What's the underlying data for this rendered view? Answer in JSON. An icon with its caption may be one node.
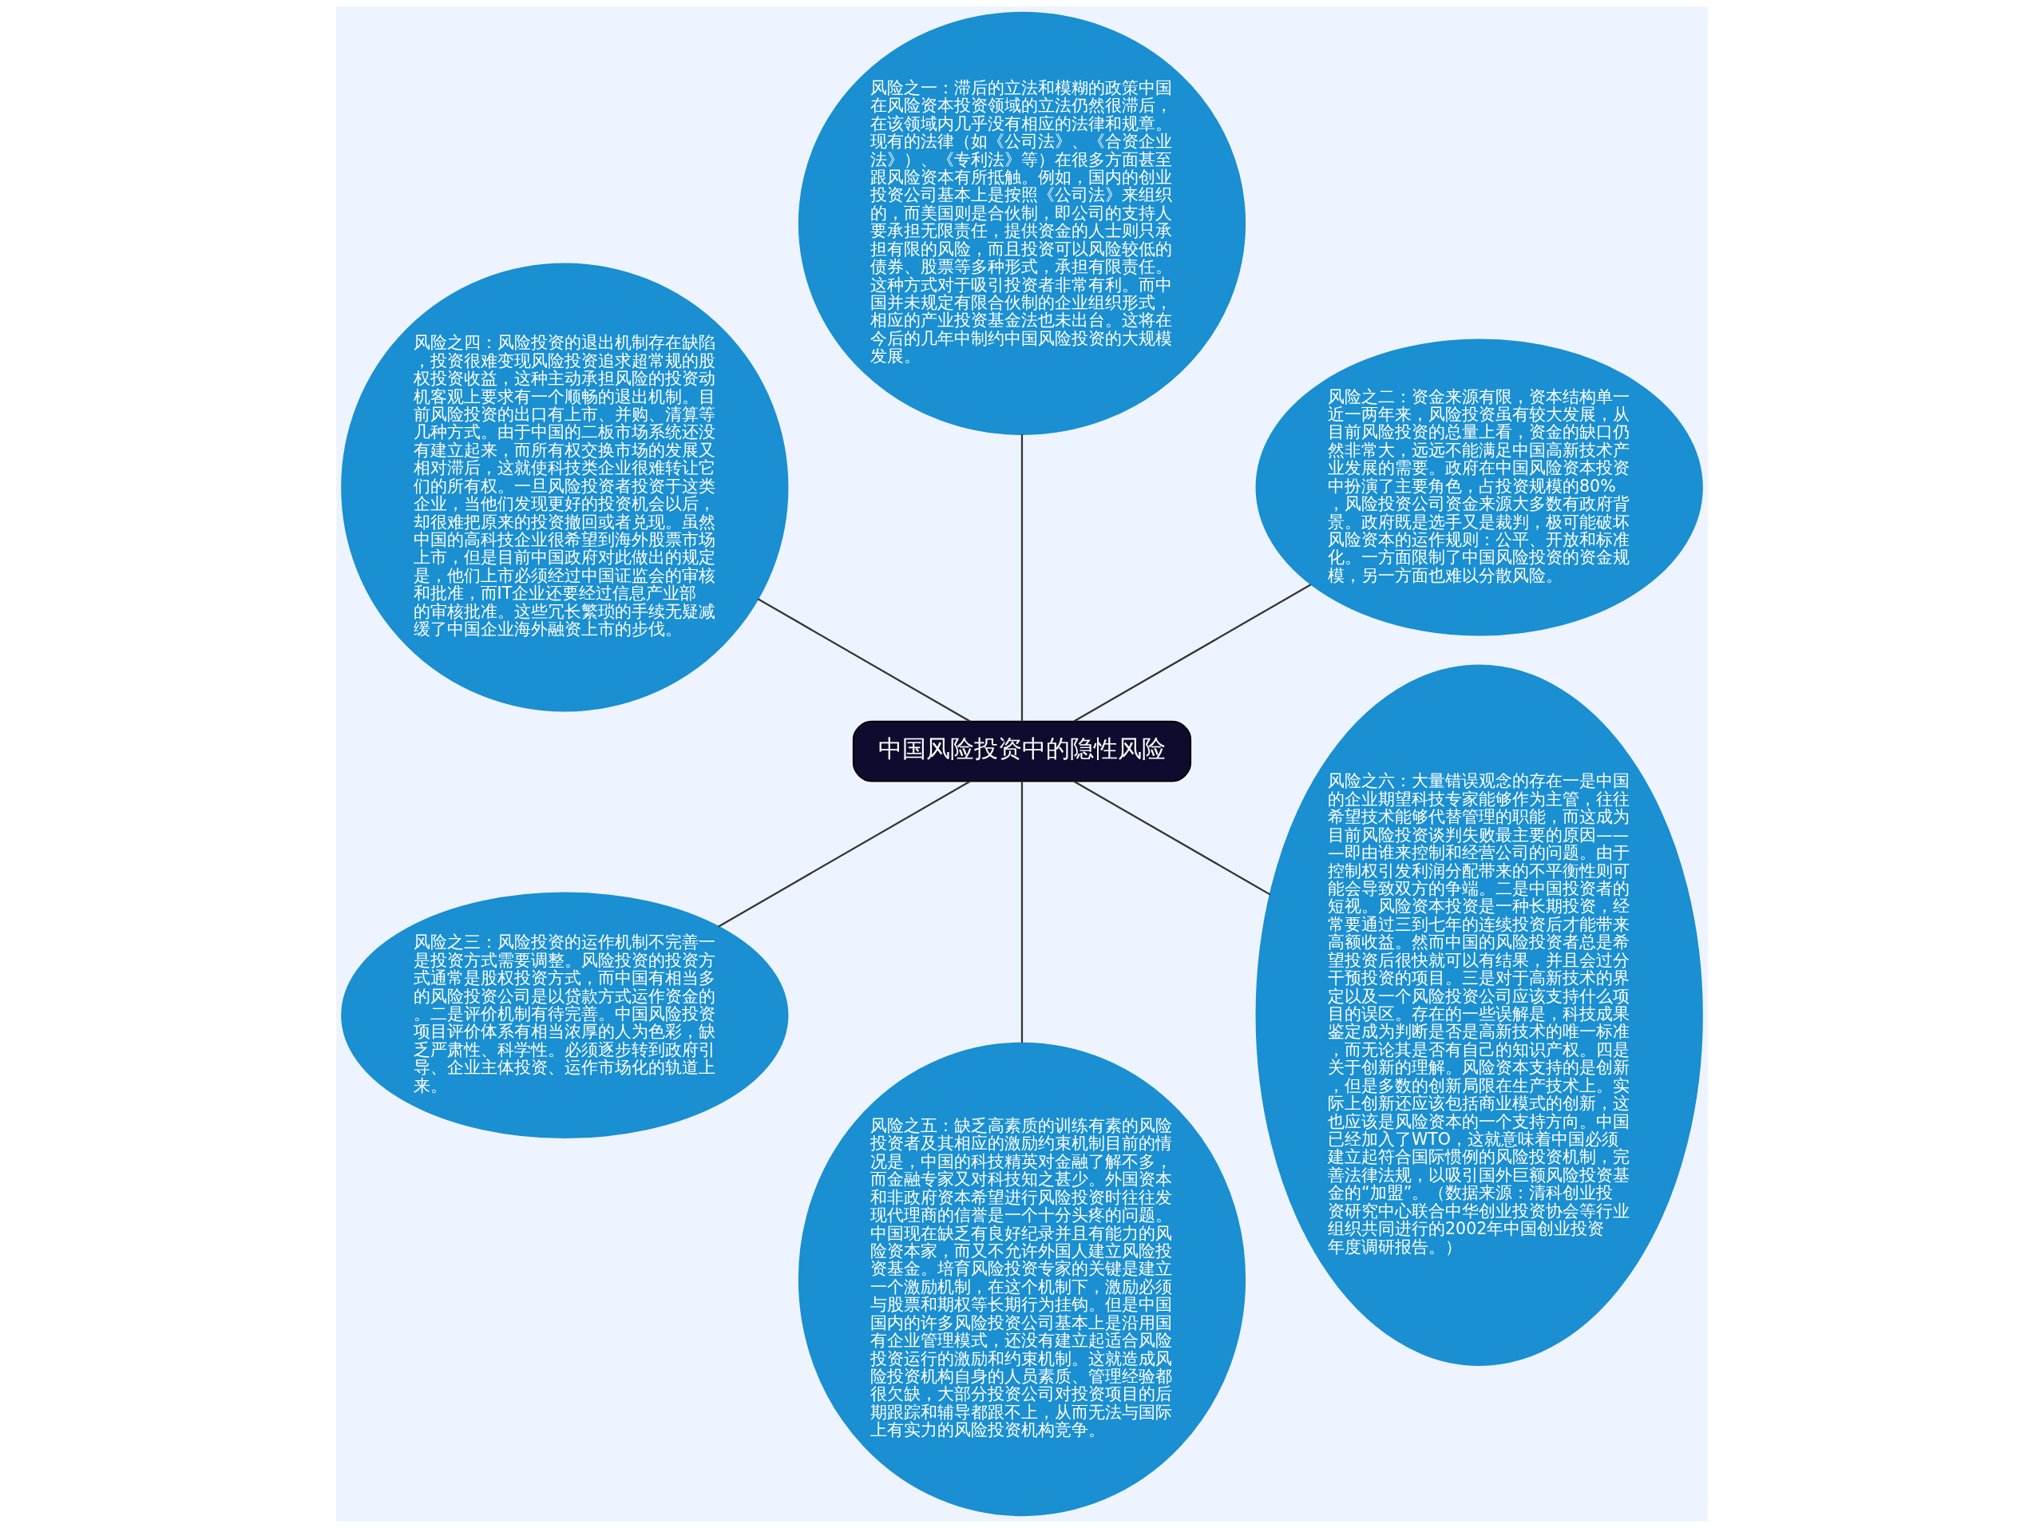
{
  "diagram": {
    "nodes": [
      {
        "text": [
          "中国风险投资中的隐性风险"
        ]
      },
      {
        "text": [
          "风险之二：资金来源有限，资本结构单一近一两年来，风险投资虽有较大发展，从目前风险投资的总量上看，资金的缺口仍然非常大，远远不能满足中国高新技术产业发展的需要。政府在中国风险资本投资中扮演了主要角色，占投资规模的80%，风险投资公司资金来源大多数有政府背景。政府既是选手又是裁判，极可能破坏风险资本的运作规则：公平、开放和标准化。一方面限制了中国风险投资的资金规模，另一方面也难以分散风险。"
        ]
      },
      {
        "text": [
          "风险之一：滞后的立法和模糊的政策中国在风险资本投资领域的立法仍然很滞后，在该领域内几乎没有相应的法律和规章。现有的法律（如《公司法》、《合资企业法》）、《专利法》等）在很多方面甚至跟风险资本有所抵触。例如，国内的创业投资公司基本上是按照《公司法》来组织的，而美国则是合伙制，即公司的支持人要承担无限责任，提供资金的人士则只承担有限的风险，而且投资可以风险较低的债券、股票等多种形式，承担有限责任。这种方式对于吸引投资者非常有利。而中国并未规定有限合伙制的企业组织形式，相应的产业投资基金法也未出台。这将在今后的几年中制约中国风险投资的大规模发展。"
        ]
      },
      {
        "text": [
          "风险之四：风险投资的退出机制存在缺陷，投资很难变现风险投资追求超常规的股权投资收益，这种主动承担风险的投资动机客观上要求有一个顺畅的退出机制。目前风险投资的出口有上市、并购、清算等几种方式。由于中国的二板市场系统还没有建立起来，而所有权交换市场的发展又相对滞后，这就使科技类企业很难转让它们的所有权。一旦风险投资者投资于这类企业，当他们发现更好的投资机会以后，却很难把原来的投资撤回或者兑现。虽然中国的高科技企业很希望到海外股票市场上市，但是目前中国政府对此做出的规定是，他们上市必须经过中国证监会的审核和批准，而IT企业还要经过信息产业部的审核批准。这些冗长繁琐的手续无疑减缓了中国企业海外融资上市的步伐。"
        ]
      },
      {
        "text": [
          "风险之三：风险投资的运作机制不完善一是投资方式需要调整。风险投资的投资方式通常是股权投资方式，而中国有相当多的风险投资公司是以贷款方式运作资金的。二是评价机制有待完善。中国风险投资项目评价体系有相当浓厚的人为色彩，缺乏严肃性、科学性。必须逐步转到政府引导、企业主体投资、运作市场化的轨道上来。"
        ]
      },
      {
        "text": [
          "风险之五：缺乏高素质的训练有素的风险投资者及其相应的激励约束机制目前的情况是，中国的科技精英对金融了解不多，而金融专家又对科技知之甚少。外国资本和非政府资本希望进行风险投资时往往发现代理商的信誉是一个十分头疼的问题。中国现在缺乏有良好纪录并且有能力的风险资本家，而又不允许外国人建立风险投资基金。培育风险投资专家的关键是建立一个激励机制，在这个机制下，激励必须与股票和期权等长期行为挂钩。但是中国国内的许多风险投资公司基本上是沿用国有企业管理模式，还没有建立起适合风险投资运行的激励和约束机制。这就造成风险投资机构自身的人员素质、管理经验都很欠缺，大部分投资公司对投资项目的后期跟踪和辅导都跟不上，从而无法与国际上有实力的风险投资机构竞争。"
        ]
      },
      {
        "text": [
          "风险之六：大量错误观念的存在一是中国的企业期望科技专家能够作为主管，往往希望技术能够代替管理的职能，而这成为目前风险投资谈判失败最主要的原因———即由谁来控制和经营公司的问题。由于控制权引发利润分配带来的不平衡性则可能会导致双方的争端。二是中国投资者的短视。风险资本投资是一种长期投资，经常要通过三到七年的连续投资后才能带来高额收益。然而中国的风险投资者总是希望投资后很快就可以有结果，并且会过分干预投资的项目。三是对于高新技术的界定以及一个风险投资公司应该支持什么项目的误区。存在的一些误解是，科技成果鉴定成为判断是否是高新技术的唯一标准，而无论其是否有自己的知识产权。四是关于创新的理解。风险资本支持的是创新，但是多数的创新局限在生产技术上。实际上创新还应该包括商业模式的创新，这也应该是风险资本的一个支持方向。中国已经加入了WTO，这就意味着中国必须建立起符合国际惯例的风险投资机制，完善法律法规，以吸引国外巨额风险投资基金的“加盟”。（数据来源：清科创业投资研究中心联合中华创业投资协会等行业组织共同进行的2002年中国创业投资年度调研报告。）"
        ]
      }
    ],
    "edges": [
      {
        "from": 0,
        "to": 1,
        "arrow": "none"
      },
      {
        "from": 0,
        "to": 2,
        "arrow": "none"
      },
      {
        "from": 0,
        "to": 3,
        "arrow": "none"
      },
      {
        "from": 0,
        "to": 4,
        "arrow": "none"
      },
      {
        "from": 0,
        "to": 5,
        "arrow": "none"
      },
      {
        "from": 0,
        "to": 6,
        "arrow": "none"
      }
    ]
  }
}
